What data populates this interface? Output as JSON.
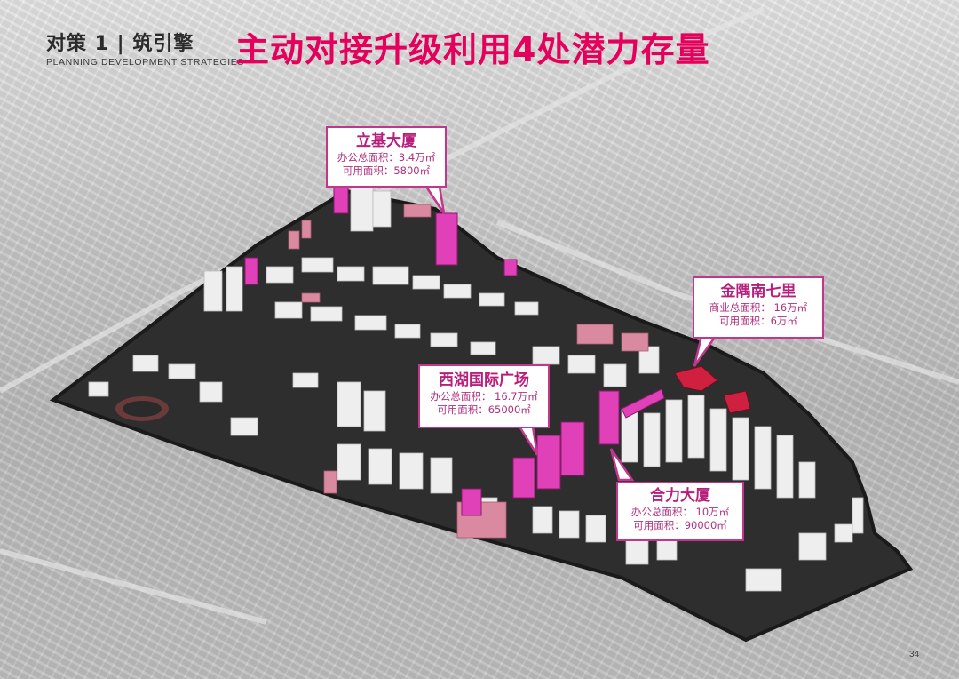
{
  "header": {
    "section_cn": "对策 1 | 筑引擎",
    "section_en": "PLANNING DEVELOPMENT STRATEGIES"
  },
  "title": "主动对接升级利用4处潜力存量",
  "colors": {
    "title": "#e4005b",
    "callout_border": "#c2368e",
    "callout_text": "#b0307f",
    "highlight_building": "#e040b8",
    "secondary_building": "#d98aa0",
    "commercial_building": "#d0203f"
  },
  "callouts": [
    {
      "id": "liji",
      "name": "立基大厦",
      "line1": "办公总面积：3.4万㎡",
      "line2": "可用面积：5800㎡"
    },
    {
      "id": "jinyu",
      "name": "金隅南七里",
      "line1": "商业总面积：  16万㎡",
      "line2": "可用面积：6万㎡"
    },
    {
      "id": "xihu",
      "name": "西湖国际广场",
      "line1": "办公总面积：  16.7万㎡",
      "line2": "可用面积：65000㎡"
    },
    {
      "id": "heli",
      "name": "合力大厦",
      "line1": "办公总面积：  10万㎡",
      "line2": "可用面积：90000㎡"
    }
  ],
  "page_number": "34"
}
